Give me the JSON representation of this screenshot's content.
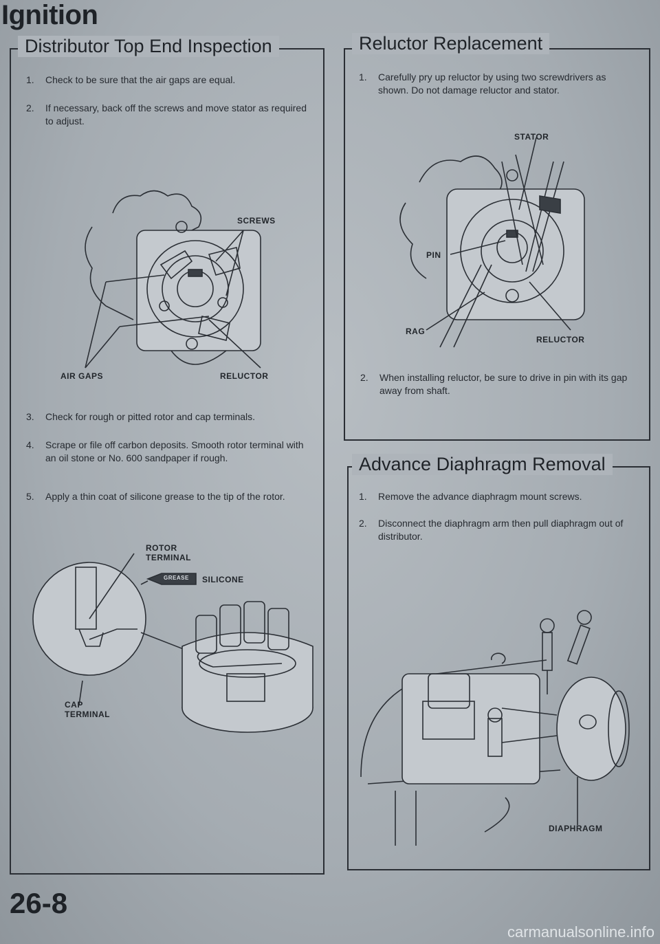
{
  "page": {
    "title": "Ignition",
    "number": "26-8",
    "watermark": "carmanualsonline.info"
  },
  "distributor": {
    "title": "Distributor Top End Inspection",
    "steps": [
      {
        "num": "1.",
        "text": "Check to be sure that the air gaps are equal."
      },
      {
        "num": "2.",
        "text": "If necessary, back off the screws and move stator as required to adjust."
      },
      {
        "num": "3.",
        "text": "Check for rough or pitted rotor and cap terminals."
      },
      {
        "num": "4.",
        "text": "Scrape or file off carbon deposits. Smooth rotor terminal with an oil stone or No. 600 sandpaper if rough."
      },
      {
        "num": "5.",
        "text": "Apply a thin coat of silicone grease to the tip of the rotor."
      }
    ],
    "fig1_labels": {
      "screws": "SCREWS",
      "air_gaps": "AIR GAPS",
      "reluctor": "RELUCTOR"
    },
    "fig2_labels": {
      "rotor_terminal": "ROTOR TERMINAL",
      "grease": "GREASE",
      "silicone": "SILICONE",
      "cap_terminal": "CAP TERMINAL"
    }
  },
  "reluctor": {
    "title": "Reluctor Replacement",
    "steps": [
      {
        "num": "1.",
        "text": "Carefully pry up reluctor by using two screwdrivers as shown. Do not damage reluctor and stator."
      },
      {
        "num": "2.",
        "text": "When installing reluctor, be sure to drive in pin with its gap away from shaft."
      }
    ],
    "fig_labels": {
      "stator": "STATOR",
      "pin": "PIN",
      "rag": "RAG",
      "reluctor": "RELUCTOR"
    }
  },
  "diaphragm": {
    "title": "Advance Diaphragm Removal",
    "steps": [
      {
        "num": "1.",
        "text": "Remove the advance diaphragm mount screws."
      },
      {
        "num": "2.",
        "text": "Disconnect the diaphragm arm then pull diaphragm out of distributor."
      }
    ],
    "fig_labels": {
      "diaphragm": "DIAPHRAGM"
    }
  }
}
